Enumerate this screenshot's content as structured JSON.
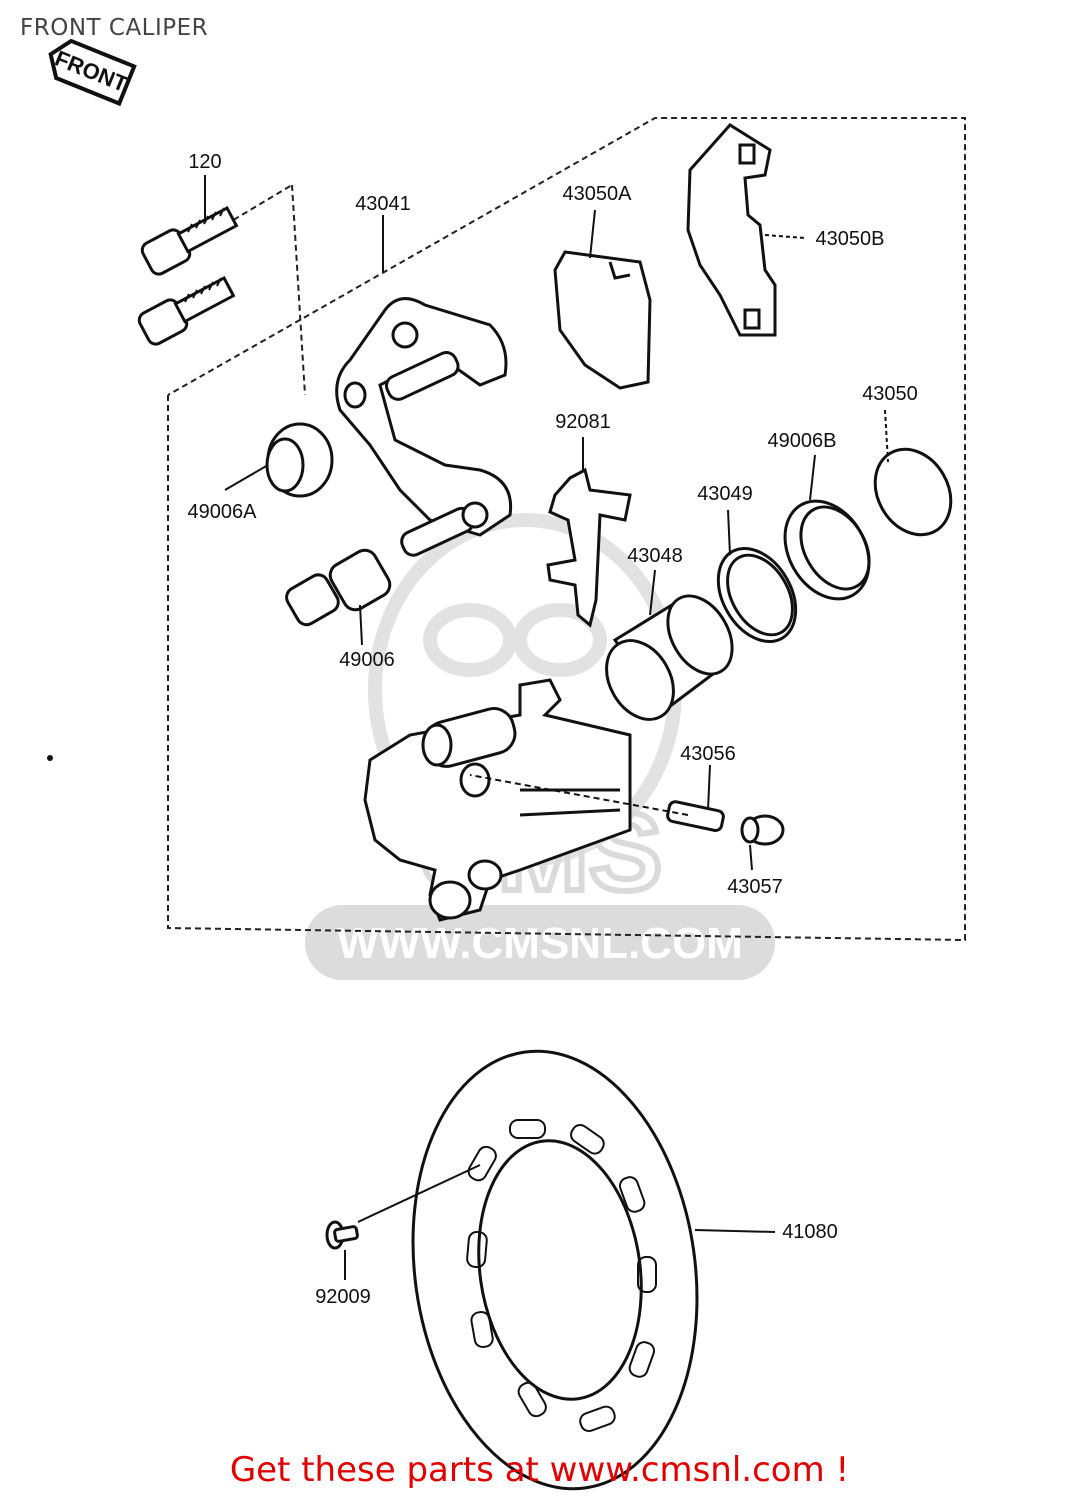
{
  "page": {
    "title": "FRONT CALIPER"
  },
  "colors": {
    "line": "#111111",
    "watermark": "#d6d6d6",
    "footer": "#e00000",
    "title": "#444444"
  },
  "diagram": {
    "front_arrow_label": "FRONT",
    "watermark_url": "WWW.CMSNL.COM",
    "watermark_brand": "CMS",
    "part_labels": {
      "p120": "120",
      "p43041": "43041",
      "p43050A": "43050A",
      "p43050B": "43050B",
      "p92081": "92081",
      "p43050": "43050",
      "p49006B": "49006B",
      "p43049": "43049",
      "p43048": "43048",
      "p49006A": "49006A",
      "p49006": "49006",
      "p43056": "43056",
      "p43057": "43057",
      "p41080": "41080",
      "p92009": "92009"
    }
  },
  "footer": {
    "link_text": "Get these parts at www.cmsnl.com !"
  }
}
